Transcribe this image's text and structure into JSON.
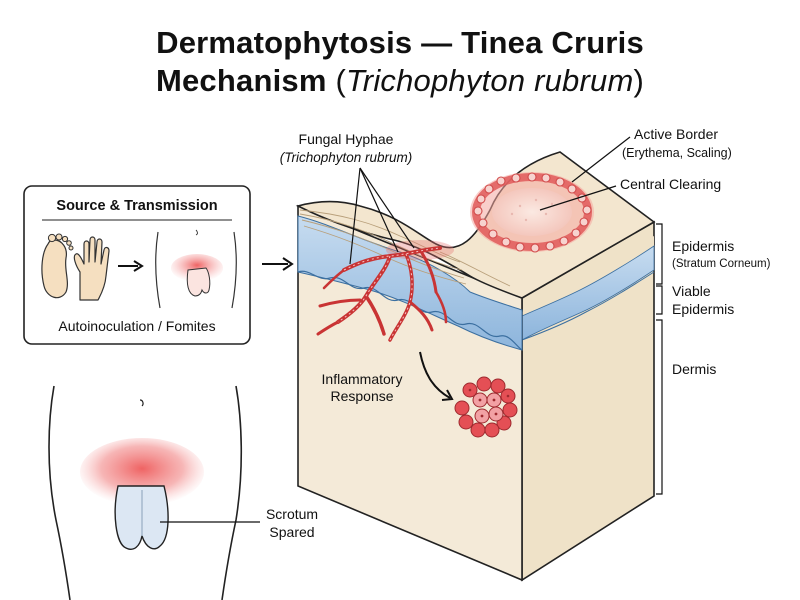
{
  "title": {
    "line1": "Dermatophytosis — Tinea Cruris",
    "line2_main": "Mechanism",
    "line2_open": "(",
    "line2_italic": "Trichophyton rubrum",
    "line2_close": ")"
  },
  "source_box": {
    "heading": "Source & Transmission",
    "caption": "Autoinoculation / Fomites"
  },
  "labels": {
    "hyphae_line1": "Fungal Hyphae",
    "hyphae_line2": "(Trichophyton rubrum)",
    "active_border": "Active Border",
    "active_border_sub": "(Erythema, Scaling)",
    "central_clearing": "Central Clearing",
    "epidermis": "Epidermis",
    "epidermis_sub": "(Stratum Corneum)",
    "viable_1": "Viable",
    "viable_2": "Epidermis",
    "dermis": "Dermis",
    "inflammatory_1": "Inflammatory",
    "inflammatory_2": "Response",
    "scrotum_1": "Scrotum",
    "scrotum_2": "Spared"
  },
  "colors": {
    "skin_top": "#f3e6cf",
    "stratum_blue": "#a9c8e6",
    "dermis": "#f4ead8",
    "lesion_red": "#e05a5a",
    "hyphae_red": "#d23a3a",
    "outline": "#222222"
  }
}
